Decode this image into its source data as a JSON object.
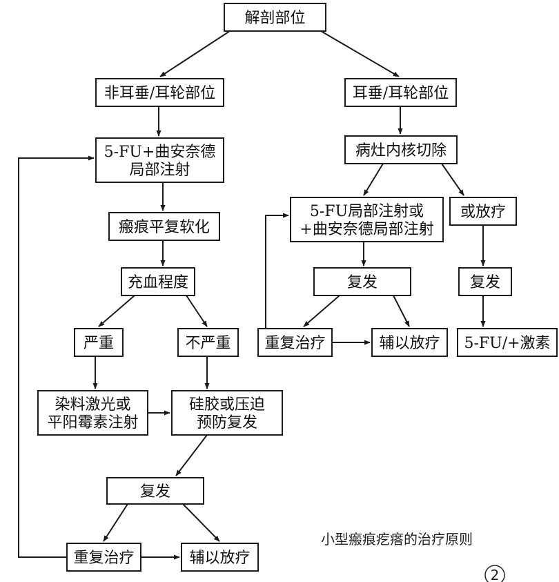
{
  "caption": "小型瘢痕疙瘩的治疗原则",
  "page_number": "2",
  "nodes": {
    "root": [
      "解剖部位"
    ],
    "non_lobe": [
      "非耳垂/耳轮部位"
    ],
    "lobe": [
      "耳垂/耳轮部位"
    ],
    "fu_inj_left": [
      "5-FU+曲安奈德",
      "局部注射"
    ],
    "excision": [
      "病灶内核切除"
    ],
    "flatten": [
      "瘢痕平复软化"
    ],
    "fu_inj_right": [
      "5-FU局部注射或",
      "+曲安奈德局部注射"
    ],
    "radio_right": [
      "或放疗"
    ],
    "hyperemia": [
      "充血程度"
    ],
    "recur_right_mid": [
      "复发"
    ],
    "recur_right": [
      "复发"
    ],
    "severe": [
      "严重"
    ],
    "not_severe": [
      "不严重"
    ],
    "repeat_right": [
      "重复治疗"
    ],
    "adj_radio_right": [
      "辅以放疗"
    ],
    "fu_hormone": [
      "5-FU/+激素"
    ],
    "dye_laser": [
      "染料激光或",
      "平阳霉素注射"
    ],
    "silicone": [
      "硅胶或压迫",
      "预防复发"
    ],
    "recur_bottom": [
      "复发"
    ],
    "repeat_bottom": [
      "重复治疗"
    ],
    "adj_radio_bottom": [
      "辅以放疗"
    ]
  }
}
